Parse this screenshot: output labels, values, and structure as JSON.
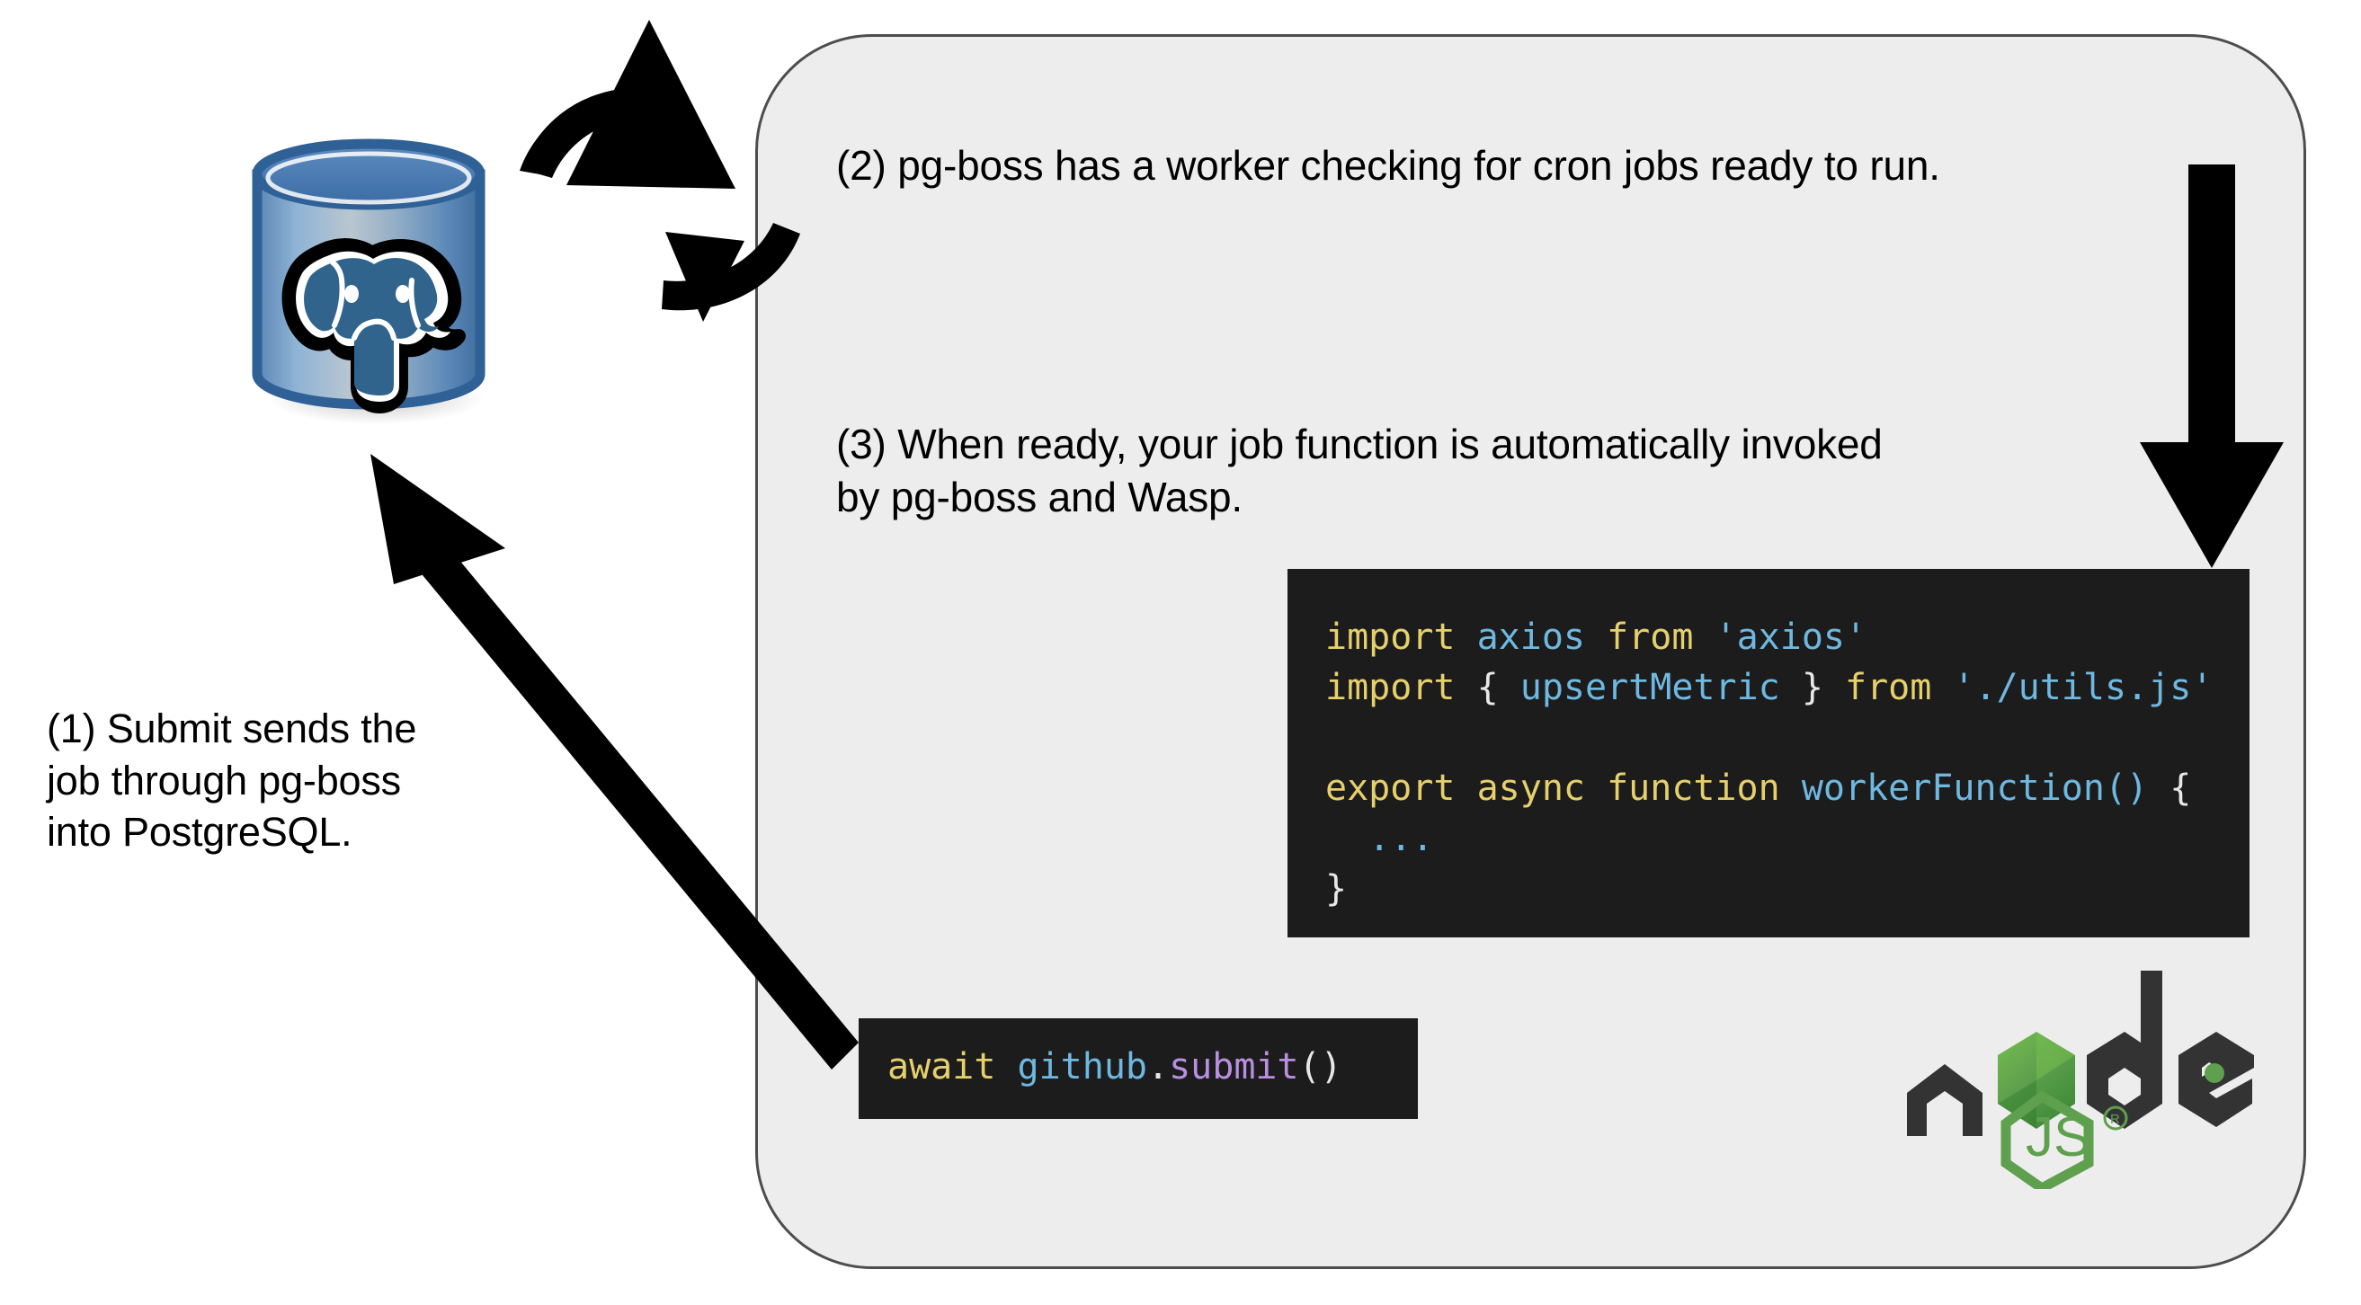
{
  "diagram": {
    "title": "Wasp pg-boss cron job flow",
    "background_color": "#ffffff",
    "panel": {
      "name": "wasp-server-panel",
      "fill_color": "#ededed",
      "border_color": "#4d4d4d"
    }
  },
  "steps": [
    {
      "id": "step-1",
      "label": "(1) Submit sends the\njob through pg-boss\ninto PostgreSQL."
    },
    {
      "id": "step-2",
      "label": "(2) pg-boss has a worker checking for cron jobs ready to run."
    },
    {
      "id": "step-3",
      "label": "(3) When ready, your job function is automatically invoked\nby pg-boss and Wasp."
    }
  ],
  "code_worker": {
    "name": "worker-function-code",
    "background_color": "#1c1c1c",
    "lines": [
      {
        "tokens": [
          {
            "text": "import ",
            "type": "keyword"
          },
          {
            "text": "axios ",
            "type": "identifier"
          },
          {
            "text": "from ",
            "type": "keyword"
          },
          {
            "text": "'axios'",
            "type": "string"
          }
        ]
      },
      {
        "tokens": [
          {
            "text": "import ",
            "type": "keyword"
          },
          {
            "text": "{ ",
            "type": "punctuation"
          },
          {
            "text": "upsertMetric ",
            "type": "identifier"
          },
          {
            "text": "} ",
            "type": "punctuation"
          },
          {
            "text": "from ",
            "type": "keyword"
          },
          {
            "text": "'./utils.js'",
            "type": "string"
          }
        ]
      },
      {
        "tokens": []
      },
      {
        "tokens": [
          {
            "text": "export async function ",
            "type": "keyword"
          },
          {
            "text": "workerFunction",
            "type": "identifier"
          },
          {
            "text": "()",
            "type": "identifier"
          },
          {
            "text": " {",
            "type": "punctuation"
          }
        ]
      },
      {
        "tokens": [
          {
            "text": "  ",
            "type": "punctuation"
          },
          {
            "text": "...",
            "type": "dots"
          }
        ]
      },
      {
        "tokens": [
          {
            "text": "}",
            "type": "punctuation"
          }
        ]
      }
    ],
    "plain_text": "import axios from 'axios'\nimport { upsertMetric } from './utils.js'\n\nexport async function workerFunction() {\n  ...\n}"
  },
  "code_submit": {
    "name": "submit-call-code",
    "background_color": "#1c1c1c",
    "lines": [
      {
        "tokens": [
          {
            "text": "await ",
            "type": "keyword"
          },
          {
            "text": "github",
            "type": "identifier"
          },
          {
            "text": ".",
            "type": "punctuation"
          },
          {
            "text": "submit",
            "type": "method"
          },
          {
            "text": "()",
            "type": "punctuation"
          }
        ]
      }
    ],
    "plain_text": "await github.submit()"
  },
  "logos": {
    "postgresql": {
      "name": "postgresql-database-logo",
      "alt": "PostgreSQL elephant inside blue database cylinder",
      "colors": {
        "cylinder": "#336791",
        "body": "#31648c",
        "outline": "#000000",
        "highlight": "#ffffff"
      }
    },
    "nodejs": {
      "name": "nodejs-logo",
      "alt": "node JS hexagon logo",
      "wordmark": "node",
      "badge_text": "JS",
      "trademark": "®",
      "colors": {
        "dark": "#333333",
        "green": "#5fa04e",
        "green_light": "#76c04e"
      }
    }
  },
  "arrows": [
    {
      "name": "sync-cycle-arrows",
      "description": "two curved arrows between PostgreSQL and the panel"
    },
    {
      "name": "submit-to-database-arrow",
      "description": "diagonal arrow from await github.submit() to PostgreSQL"
    },
    {
      "name": "worker-to-code-arrow",
      "description": "thick downward arrow to the worker function code block"
    }
  ],
  "colors": {
    "panel_fill": "#ededed",
    "panel_border": "#4d4d4d",
    "code_bg": "#1c1c1c",
    "keyword": "#e6d06c",
    "identifier": "#6fb8e0",
    "string": "#6fb8e0",
    "method": "#b98fe0",
    "punctuation": "#e8e8e8",
    "arrow": "#000000"
  }
}
